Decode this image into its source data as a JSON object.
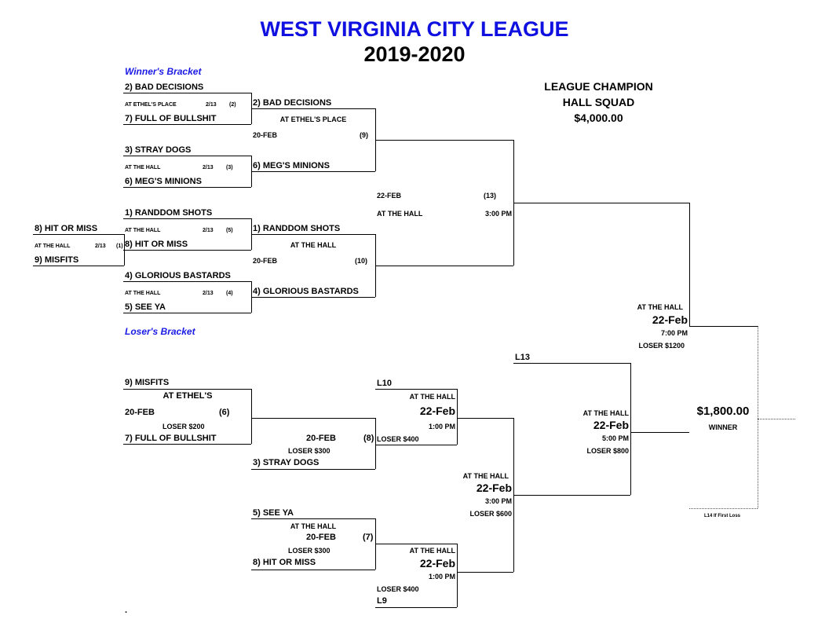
{
  "header": {
    "title": "WEST VIRGINIA CITY LEAGUE",
    "season": "2019-2020"
  },
  "champion": {
    "label": "LEAGUE CHAMPION",
    "team": "HALL SQUAD",
    "prize": "$4,000.00"
  },
  "winners": {
    "label": "Winner's Bracket",
    "r1": {
      "m2": {
        "top": "2) BAD DECISIONS",
        "venue": "AT ETHEL'S PLACE",
        "date": "2/13",
        "num": "(2)",
        "bottom": "7) FULL OF BULLSHIT"
      },
      "m3": {
        "top": "3) STRAY DOGS",
        "venue": "AT THE HALL",
        "date": "2/13",
        "num": "(3)",
        "bottom": "6) MEG'S MINIONS"
      },
      "m5": {
        "top": "1) RANDDOM SHOTS",
        "venue": "AT THE HALL",
        "date": "2/13",
        "num": "(5)"
      },
      "m4": {
        "top": "4) GLORIOUS BASTARDS",
        "venue": "AT THE HALL",
        "date": "2/13",
        "num": "(4)",
        "bottom": "5) SEE YA"
      }
    },
    "playin": {
      "top": "8) HIT OR MISS",
      "venue": "AT THE HALL",
      "date": "2/13",
      "num": "(1)",
      "bottom": "9) MISFITS"
    },
    "r2": {
      "m9": {
        "top": "2) BAD DECISIONS",
        "venue": "AT ETHEL'S PLACE",
        "date": "20-FEB",
        "num": "(9)",
        "bottom": "6) MEG'S MINIONS"
      },
      "m10": {
        "top": "1) RANDDOM SHOTS",
        "venue": "AT THE HALL",
        "date": "20-FEB",
        "num": "(10)",
        "bottom": "4) GLORIOUS BASTARDS"
      },
      "m5_winner": "8) HIT OR MISS"
    },
    "r3": {
      "date": "22-FEB",
      "num": "(13)",
      "venue": "AT THE HALL",
      "time": "3:00 PM"
    },
    "final": {
      "venue": "AT THE HALL",
      "date": "22-Feb",
      "time": "7:00 PM",
      "loser": "LOSER $1200"
    }
  },
  "losers": {
    "label": "Loser's Bracket",
    "m6": {
      "top": "9) MISFITS",
      "venue": "AT ETHEL'S",
      "date": "20-FEB",
      "num": "(6)",
      "loser": "LOSER $200",
      "bottom": "7) FULL OF BULLSHIT"
    },
    "m8": {
      "date": "20-FEB",
      "num": "(8)",
      "loser": "LOSER $300",
      "bottom": "3) STRAY DOGS"
    },
    "m7": {
      "top": "5) SEE YA",
      "venue": "AT THE HALL",
      "date": "20-FEB",
      "num": "(7)",
      "loser": "LOSER $300",
      "bottom": "8) HIT OR MISS"
    },
    "l10": {
      "label": "L10",
      "venue": "AT THE HALL",
      "date": "22-Feb",
      "time": "1:00 PM",
      "loser": "LOSER $400"
    },
    "l9": {
      "venue": "AT THE HALL",
      "date": "22-Feb",
      "time": "1:00 PM",
      "loser": "LOSER $400",
      "label": "L9"
    },
    "semi": {
      "venue": "AT THE HALL",
      "date": "22-Feb",
      "time": "3:00 PM",
      "loser": "LOSER $600"
    },
    "l13": {
      "label": "L13",
      "venue": "AT THE HALL",
      "date": "22-Feb",
      "time": "5:00 PM",
      "loser": "LOSER $800"
    }
  },
  "winner_box": {
    "prize": "$1,800.00",
    "label": "WINNER",
    "note": "L14 If First Loss"
  },
  "footer_mark": "."
}
